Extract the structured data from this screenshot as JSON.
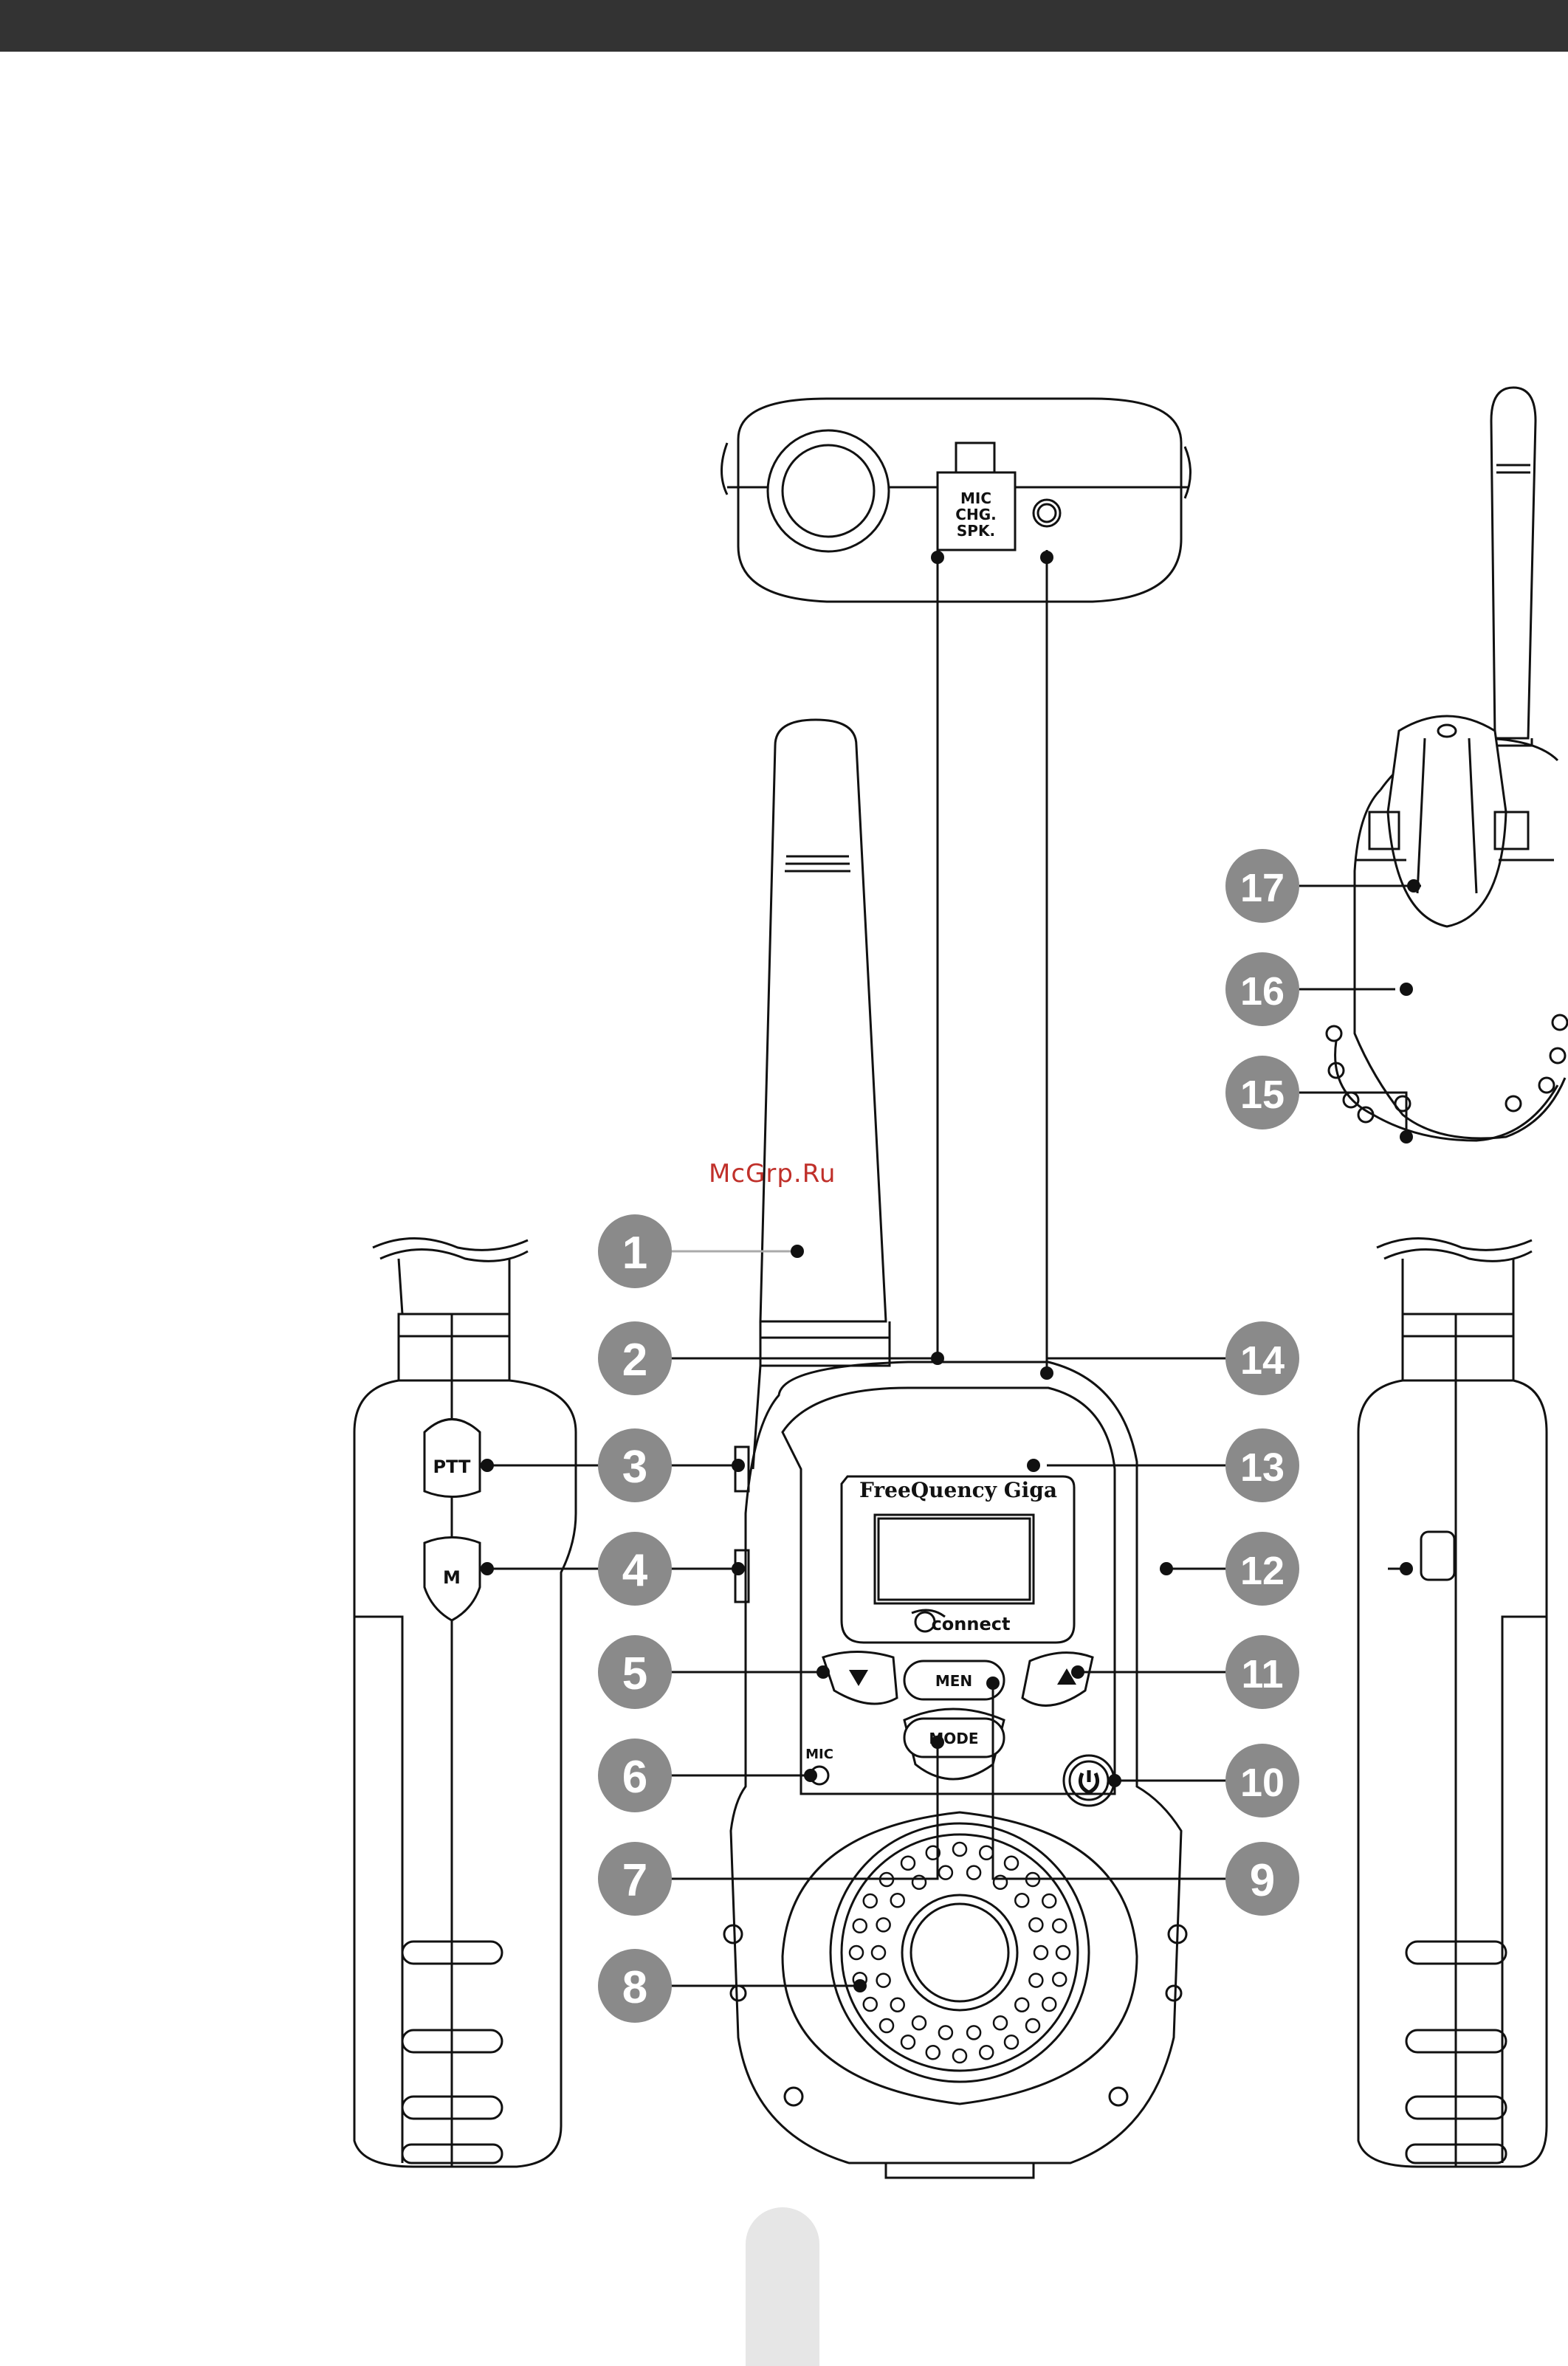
{
  "watermark": "McGrp.Ru",
  "top_view": {
    "port_label": [
      "MIC",
      "CHG.",
      "SPK."
    ]
  },
  "front": {
    "brand": "FreeQuency Giga",
    "logo": "connect",
    "ptt_label": "PTT",
    "m_label": "M",
    "men_label": "MEN",
    "mode_label": "MODE",
    "mic_label": "MIC",
    "down_icon": "down-arrow-icon",
    "up_icon": "up-arrow-icon",
    "power_icon": "power-icon"
  },
  "callouts": [
    "1",
    "2",
    "3",
    "4",
    "5",
    "6",
    "7",
    "8",
    "9",
    "10",
    "11",
    "12",
    "13",
    "14",
    "15",
    "16",
    "17"
  ],
  "colors": {
    "badge": "#8a8a8a",
    "line": "#111111",
    "bar": "#333333",
    "watermark": "#c0302a"
  }
}
